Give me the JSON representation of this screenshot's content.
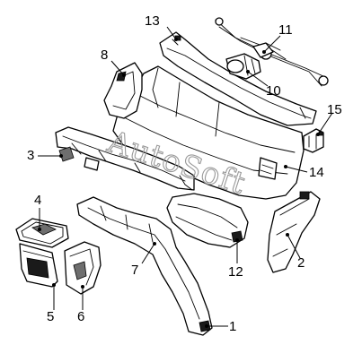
{
  "watermark": "AutoSoft",
  "callouts": {
    "c1": "1",
    "c2": "2",
    "c3": "3",
    "c4": "4",
    "c5": "5",
    "c6": "6",
    "c7": "7",
    "c8": "8",
    "c10": "10",
    "c11": "11",
    "c12": "12",
    "c13": "13",
    "c14": "14",
    "c15": "15"
  }
}
